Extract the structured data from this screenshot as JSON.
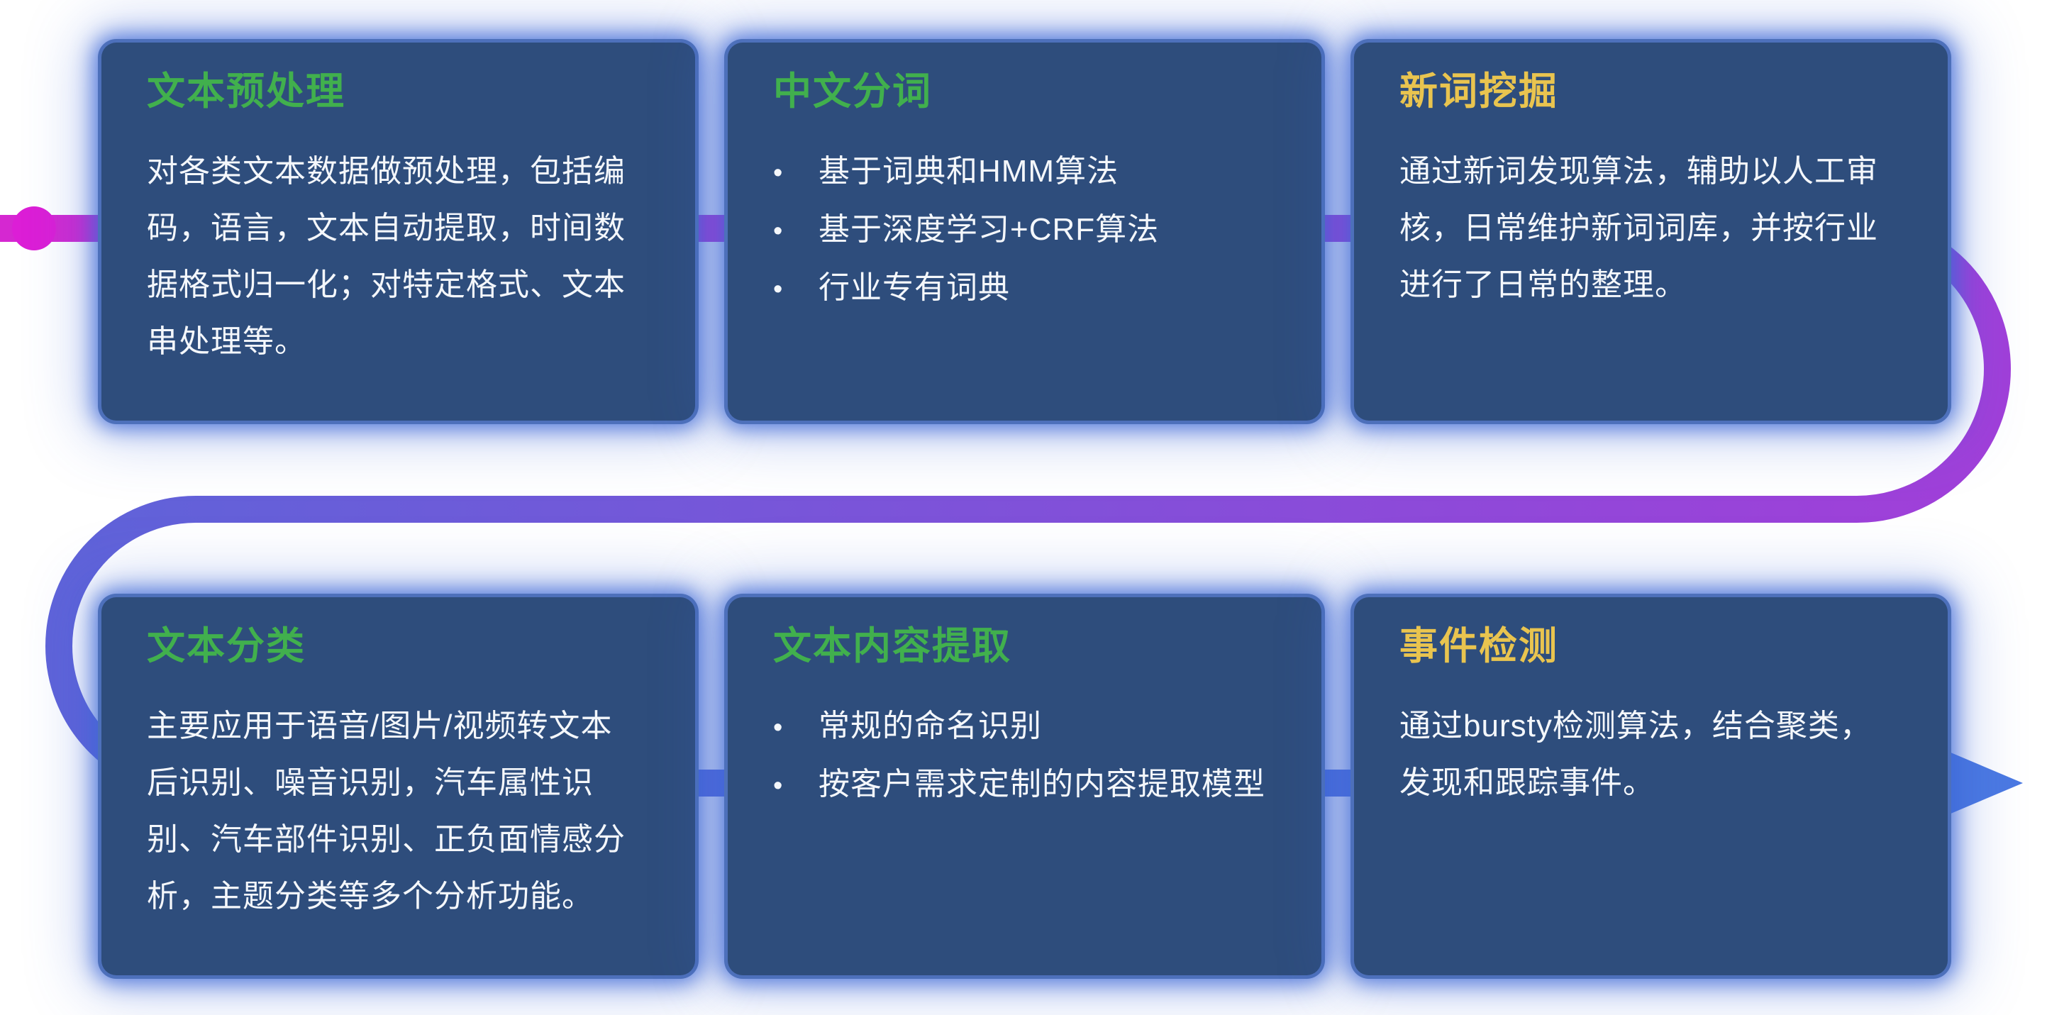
{
  "colors": {
    "page_bg": "#ffffff",
    "card_bg": "#2e4d7c",
    "text": "#f4f7fb",
    "accent_green": "#41b04d",
    "accent_yellow": "#e9c44f",
    "flow_magenta": "#d528d1",
    "flow_purple": "#a13fd9",
    "flow_violet": "#5f63d9",
    "flow_blue": "#4b79e2",
    "dot": "#dc1ed6"
  },
  "cards": [
    {
      "title": "文本预处理",
      "accent": "green",
      "body": "对各类文本数据做预处理，包括编码，语言，文本自动提取，时间数据格式归一化；对特定格式、文本串处理等。"
    },
    {
      "title": "中文分词",
      "accent": "green",
      "items": [
        "基于词典和HMM算法",
        "基于深度学习+CRF算法",
        "行业专有词典"
      ]
    },
    {
      "title": "新词挖掘",
      "accent": "yellow",
      "body": "通过新词发现算法，辅助以人工审核，日常维护新词词库，并按行业进行了日常的整理。"
    },
    {
      "title": "文本分类",
      "accent": "green",
      "body": "主要应用于语音/图片/视频转文本后识别、噪音识别，汽车属性识别、汽车部件识别、正负面情感分析，主题分类等多个分析功能。"
    },
    {
      "title": "文本内容提取",
      "accent": "green",
      "items": [
        "常规的命名识别",
        "按客户需求定制的内容提取模型"
      ]
    },
    {
      "title": "事件检测",
      "accent": "yellow",
      "body": "通过bursty检测算法，结合聚类，发现和跟踪事件。"
    }
  ]
}
